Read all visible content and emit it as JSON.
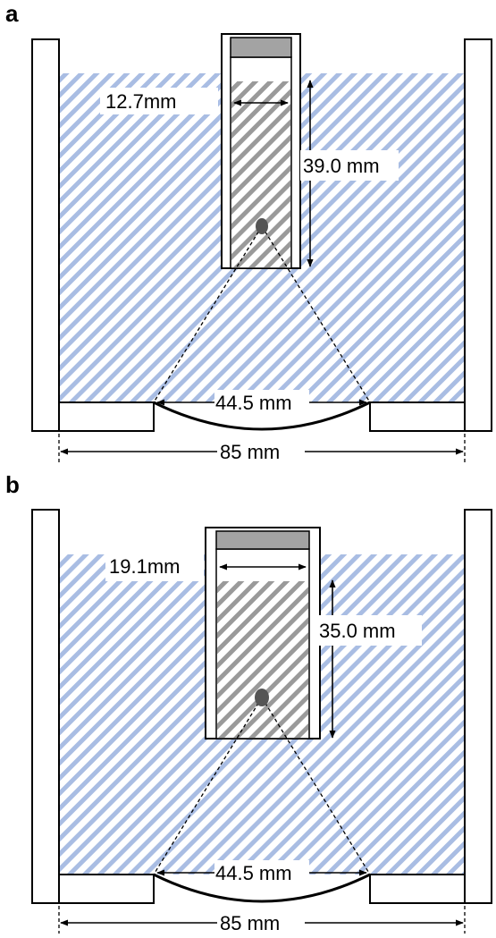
{
  "panels": [
    {
      "letter": "a",
      "tube_width_label": "12.7mm",
      "fill_height_label": "39.0 mm",
      "aperture_label": "44.5 mm",
      "tank_width_label": "85 mm"
    },
    {
      "letter": "b",
      "tube_width_label": "19.1mm",
      "fill_height_label": "35.0 mm",
      "aperture_label": "44.5 mm",
      "tank_width_label": "85 mm"
    }
  ],
  "colors": {
    "water_stripe": "#a9bde3",
    "sample_stripe": "#9a9a9a",
    "cap": "#a3a3a3",
    "focus_dot": "#555555",
    "outline": "#000000"
  }
}
